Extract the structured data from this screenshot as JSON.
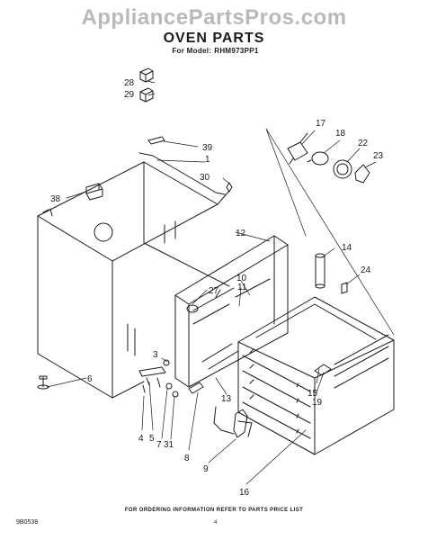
{
  "watermark": "AppliancePartsPros.com",
  "title": "OVEN PARTS",
  "model_prefix": "For Model:",
  "model": "RHM973PP1",
  "callouts": [
    "28",
    "29",
    "39",
    "1",
    "30",
    "38",
    "17",
    "18",
    "22",
    "23",
    "12",
    "14",
    "24",
    "10",
    "11",
    "27",
    "3",
    "6",
    "4",
    "5",
    "7",
    "31",
    "8",
    "9",
    "13",
    "15",
    "19",
    "16"
  ],
  "footer": "FOR ORDERING INFORMATION REFER TO PARTS PRICE LIST",
  "doc_code": "9B0538",
  "page": "4"
}
